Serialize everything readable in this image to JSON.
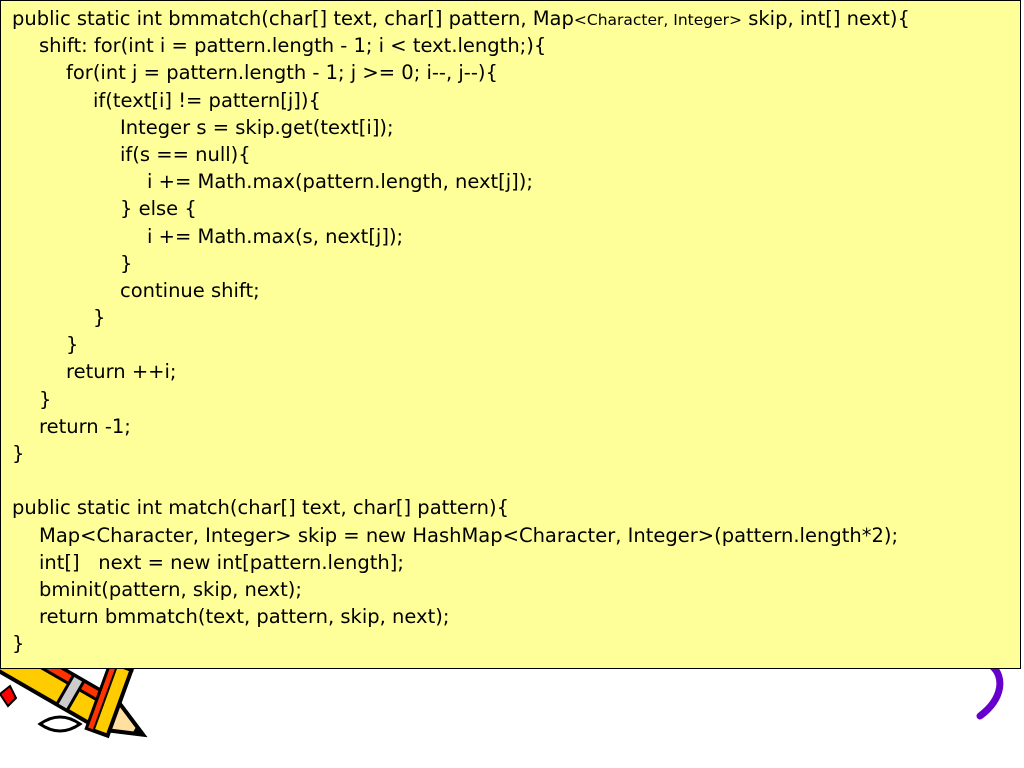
{
  "code": {
    "lines": [
      {
        "indent": 0,
        "parts": [
          {
            "text": "public static int bmmatch(char[] text, char[] pattern, Map"
          },
          {
            "text": "<Character, Integer>",
            "small": true
          },
          {
            "text": " skip, int[] next){"
          }
        ]
      },
      {
        "indent": 1,
        "text": "shift: for(int i = pattern.length - 1; i < text.length;){"
      },
      {
        "indent": 2,
        "text": "for(int j = pattern.length - 1; j >= 0; i--, j--){"
      },
      {
        "indent": 3,
        "text": "if(text[i] != pattern[j]){"
      },
      {
        "indent": 4,
        "text": "Integer s = skip.get(text[i]);"
      },
      {
        "indent": 4,
        "text": "if(s == null){"
      },
      {
        "indent": 5,
        "text": "i += Math.max(pattern.length, next[j]);"
      },
      {
        "indent": 4,
        "text": "} else {"
      },
      {
        "indent": 5,
        "text": "i += Math.max(s, next[j]);"
      },
      {
        "indent": 4,
        "text": "}"
      },
      {
        "indent": 4,
        "text": "continue shift;"
      },
      {
        "indent": 3,
        "text": "}"
      },
      {
        "indent": 2,
        "text": "}"
      },
      {
        "indent": 2,
        "text": "return ++i;"
      },
      {
        "indent": 1,
        "text": "}"
      },
      {
        "indent": 1,
        "text": "return -1;"
      },
      {
        "indent": 0,
        "text": "}"
      },
      {
        "indent": 0,
        "text": ""
      },
      {
        "indent": 0,
        "text": "public static int match(char[] text, char[] pattern){"
      },
      {
        "indent": 1,
        "text": "Map<Character, Integer> skip = new HashMap<Character, Integer>(pattern.length*2);"
      },
      {
        "indent": 1,
        "text": "int[]   next = new int[pattern.length];"
      },
      {
        "indent": 1,
        "text": "bminit(pattern, skip, next);"
      },
      {
        "indent": 1,
        "text": "return bmmatch(text, pattern, skip, next);"
      },
      {
        "indent": 0,
        "text": "}"
      }
    ]
  },
  "colors": {
    "box_background": "#ffff99",
    "text": "#000000",
    "pencil_body": "#ffcc00",
    "pencil_red": "#ff0000",
    "swoosh": "#6600cc"
  },
  "icons": {
    "pencil": "pencil-clipart-icon",
    "swoosh": "purple-swoosh-icon"
  }
}
